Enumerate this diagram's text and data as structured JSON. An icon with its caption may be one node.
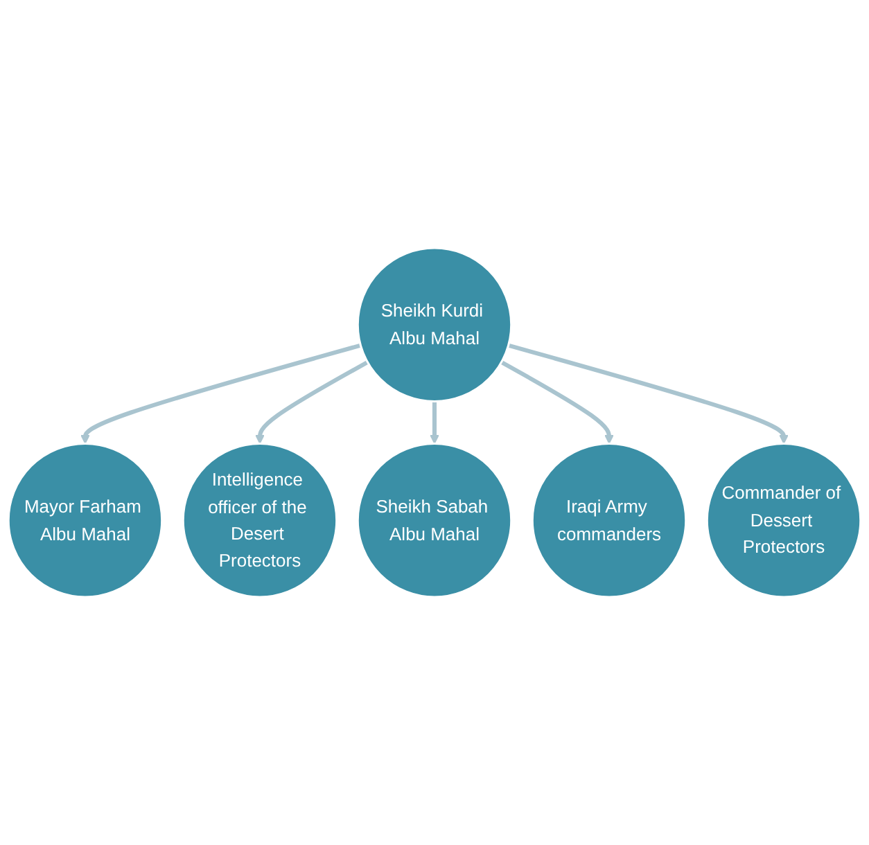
{
  "diagram": {
    "nodes": [
      {
        "text": [
          "Mayor Farham Albu Mahal"
        ]
      },
      {
        "text": [
          "Intelligence officer of the Desert Protectors"
        ]
      },
      {
        "text": [
          "Sheikh Kurdi Albu Mahal"
        ]
      },
      {
        "text": [
          "Sheikh Sabah Albu Mahal"
        ]
      },
      {
        "text": [
          "Iraqi Army commanders"
        ]
      },
      {
        "text": [
          "Commander of Dessert Protectors"
        ]
      }
    ],
    "edges": [
      {
        "from": 2,
        "to": 0,
        "arrow": "to"
      },
      {
        "from": 2,
        "to": 1,
        "arrow": "to"
      },
      {
        "from": 2,
        "to": 3,
        "arrow": "to"
      },
      {
        "from": 2,
        "to": 4,
        "arrow": "to"
      },
      {
        "from": 2,
        "to": 5,
        "arrow": "to"
      }
    ]
  }
}
